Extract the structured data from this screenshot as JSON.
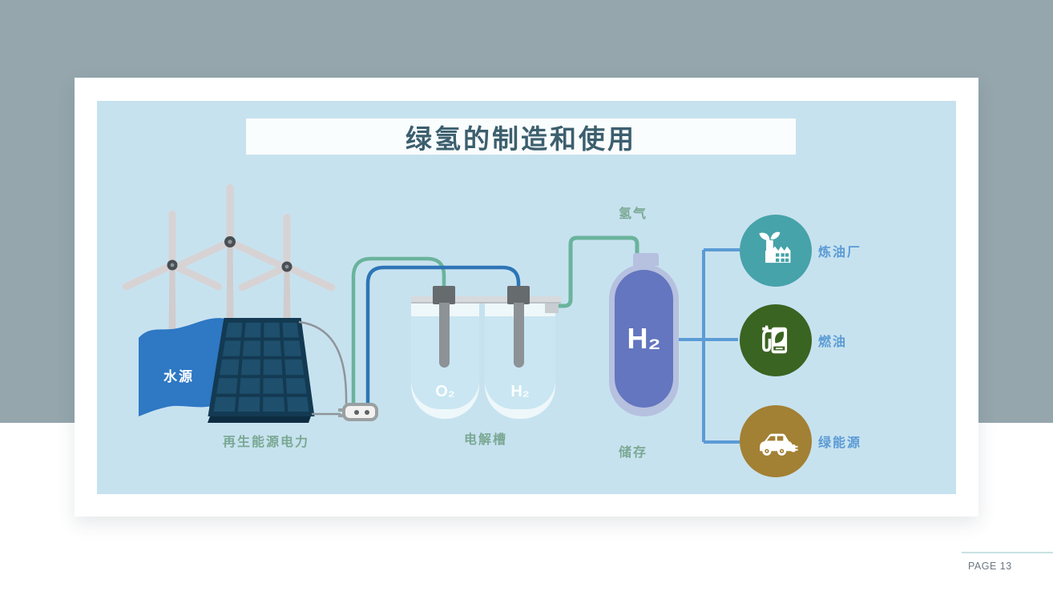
{
  "slide": {
    "title": "绿氢的制造和使用",
    "labels": {
      "water_source": "水源",
      "renewable_power": "再生能源电力",
      "electrolyzer": "电解槽",
      "oxygen": "O₂",
      "hydrogen_vessel": "H₂",
      "hydrogen_gas": "氢气",
      "tank": "H₂",
      "storage": "储存"
    },
    "uses": [
      {
        "label": "炼油厂",
        "icon": "factory-icon",
        "color": "#46a3a9"
      },
      {
        "label": "燃油",
        "icon": "fuel-pump-icon",
        "color": "#3a6421"
      },
      {
        "label": "绿能源",
        "icon": "electric-car-icon",
        "color": "#a28034"
      }
    ],
    "colors": {
      "background_band": "#95a6ad",
      "panel": "#c7e2ef",
      "title_text": "#3c5f6e",
      "label_green": "#7aa893",
      "label_blue": "#5b9bd5",
      "water_blue": "#2e78c4",
      "wire_green": "#6ab39c",
      "wire_blue": "#2e75b6",
      "connector_blue": "#5b9bd5",
      "tank_outer": "#b6c0df",
      "tank_inner": "#6376bf",
      "solar_panel": "#1e4f6d"
    }
  },
  "footer": {
    "page_label": "PAGE 13"
  }
}
